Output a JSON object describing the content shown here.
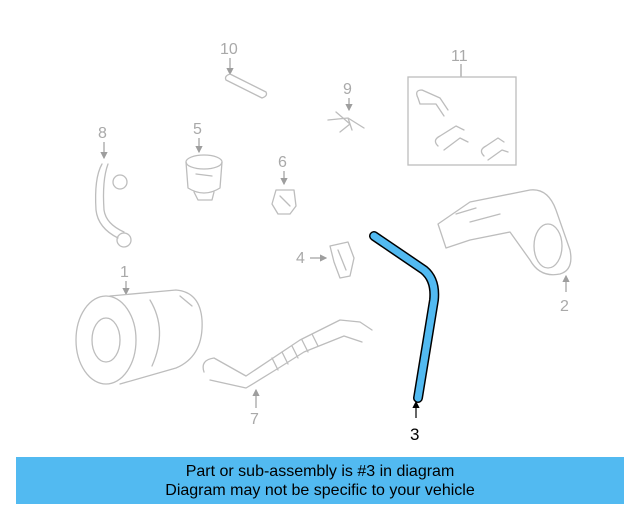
{
  "callouts": {
    "c1": "1",
    "c2": "2",
    "c3": "3",
    "c4": "4",
    "c5": "5",
    "c6": "6",
    "c7": "7",
    "c8": "8",
    "c9": "9",
    "c10": "10",
    "c11": "11"
  },
  "highlight": {
    "part": "3",
    "color": "#52baf1"
  },
  "banner": {
    "line1": "Part or sub-assembly is #3 in diagram",
    "line2": "Diagram may not be specific to your vehicle",
    "color": "#52baf1"
  }
}
